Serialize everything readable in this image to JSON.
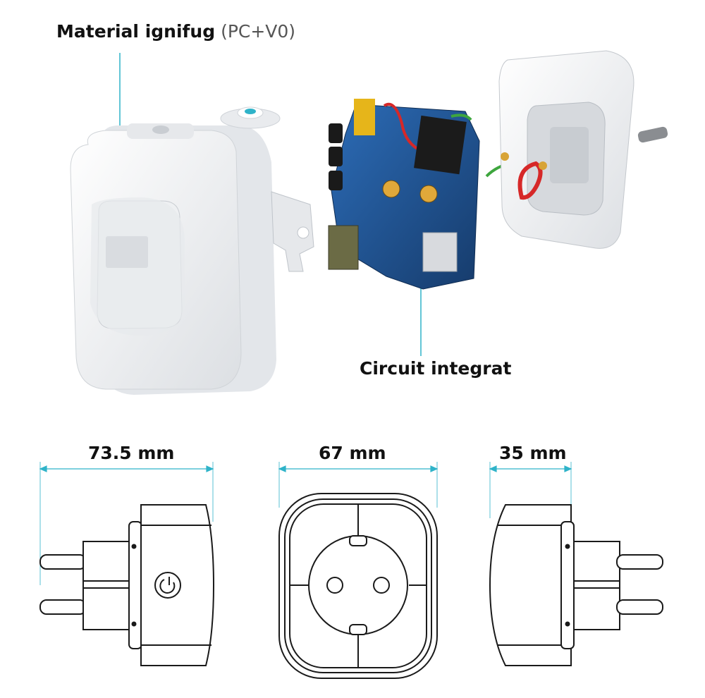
{
  "labels": {
    "material_bold": "Material ignifug",
    "material_sub": "(PC+V0)",
    "circuit": "Circuit integrat"
  },
  "dimensions": {
    "side_width": "73.5 mm",
    "front_width": "67 mm",
    "depth": "35 mm"
  },
  "colors": {
    "accent": "#2fb3c9",
    "pcb": "#1d4f8f",
    "housing": "#f4f5f7",
    "outline": "#1a1a1a"
  }
}
